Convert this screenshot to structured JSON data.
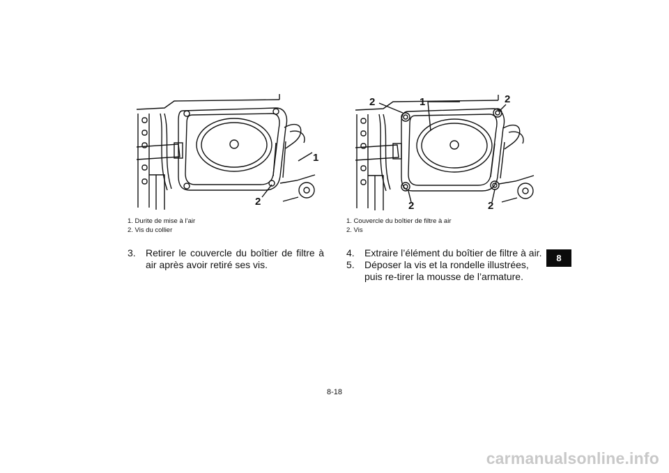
{
  "figure_left": {
    "callouts": [
      "1",
      "2"
    ],
    "caption": [
      "1.  Durite de mise à l’air",
      "2.  Vis du collier"
    ]
  },
  "figure_right": {
    "callouts": [
      "1",
      "2",
      "2",
      "2",
      "2"
    ],
    "caption": [
      "1.  Couvercle du boîtier de filtre à air",
      "2.  Vis"
    ]
  },
  "steps_left": [
    {
      "num": "3.",
      "text": "Retirer le couvercle du boîtier de filtre à air après avoir retiré ses vis."
    }
  ],
  "steps_right": [
    {
      "num": "4.",
      "text": "Extraire l’élément du boîtier de filtre à air."
    },
    {
      "num": "5.",
      "text": "Déposer la vis et la rondelle illustrées, puis re-tirer la mousse de l’armature."
    }
  ],
  "section_tab": "8",
  "page_number": "8-18",
  "watermark": "carmanualsonline.info"
}
